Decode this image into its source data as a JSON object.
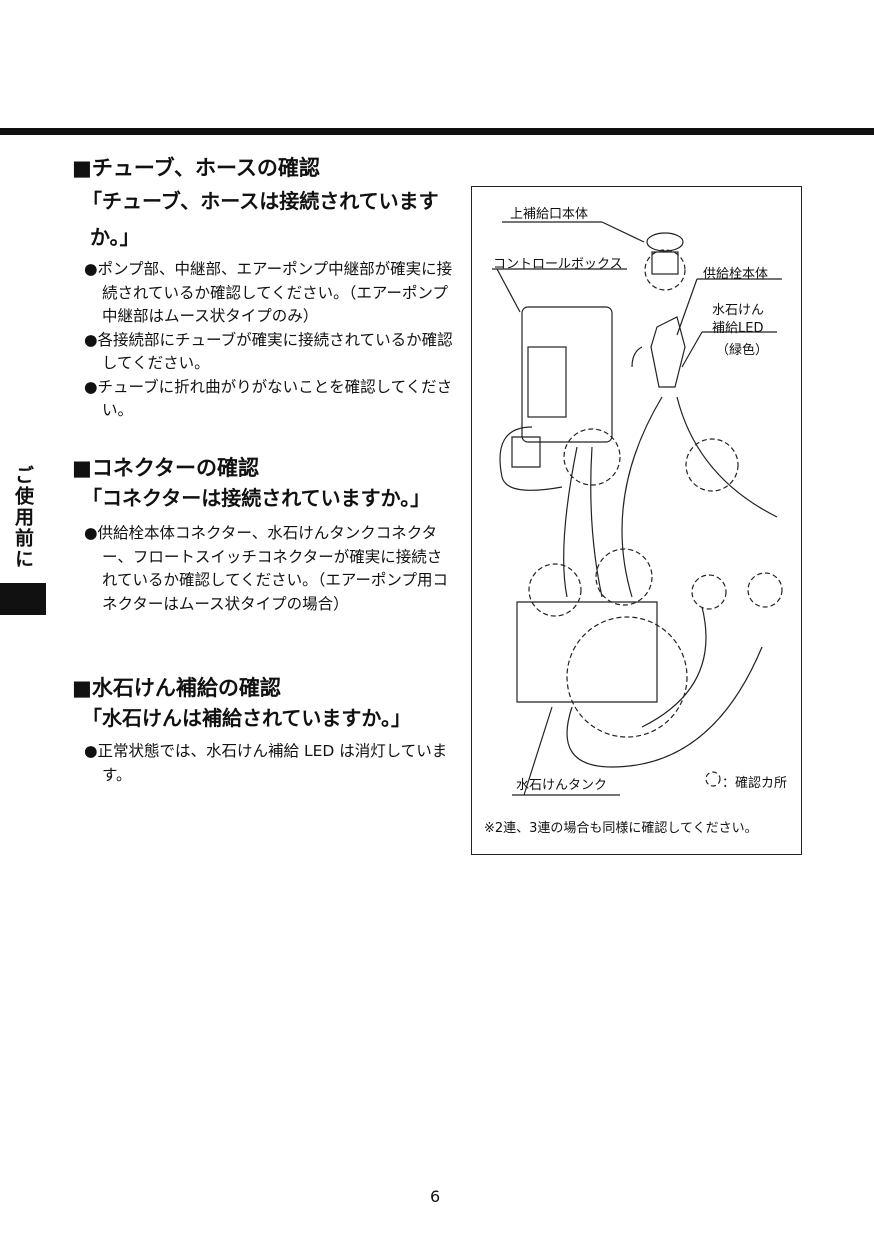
{
  "side_tab": "ご使用前に",
  "sections": [
    {
      "heading": "■チューブ、ホースの確認",
      "question": "「チューブ、ホースは接続されていますか。」",
      "bullets": [
        "●ポンプ部、中継部、エアーポンプ中継部が確実に接続されているか確認してください。（エアーポンプ中継部はムース状タイプのみ）",
        "●各接続部にチューブが確実に接続されているか確認してください。",
        "●チューブに折れ曲がりがないことを確認してください。"
      ]
    },
    {
      "heading": "■コネクターの確認",
      "question": "「コネクターは接続されていますか。」",
      "bullets": [
        "●供給栓本体コネクター、水石けんタンクコネクター、フロートスイッチコネクターが確実に接続されているか確認してください。（エアーポンプ用コネクターはムース状タイプの場合）"
      ]
    },
    {
      "heading": "■水石けん補給の確認",
      "question": "「水石けんは補給されていますか。」",
      "bullets": [
        "●正常状態では、水石けん補給 LED は消灯しています。"
      ]
    }
  ],
  "figure": {
    "labels": {
      "top_inlet": "上補給口本体",
      "control_box": "コントロールボックス",
      "faucet": "供給栓本体",
      "led1": "水石けん",
      "led2": "補給LED",
      "led3": "（緑色）",
      "tank": "水石けんタンク",
      "legend": "：確認カ所"
    },
    "note": "※2連、3連の場合も同様に確認してください。"
  },
  "page_number": "6"
}
